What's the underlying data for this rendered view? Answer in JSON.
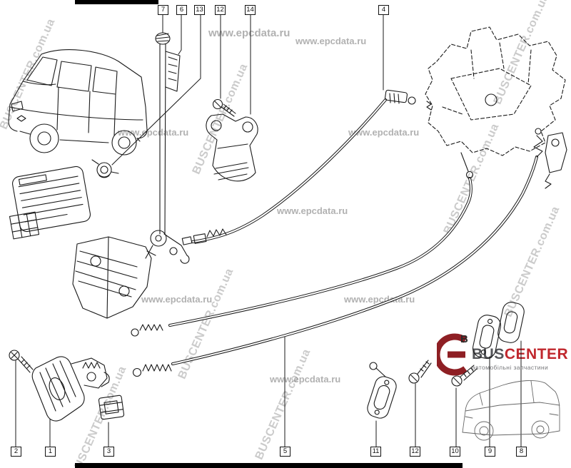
{
  "callouts": {
    "top": [
      "7",
      "6",
      "13",
      "12",
      "14",
      "4"
    ],
    "bottom": [
      "2",
      "1",
      "3",
      "5",
      "11",
      "12",
      "10",
      "9",
      "8"
    ]
  },
  "watermarks": {
    "diagonal": "BUSCENTER.com.ua",
    "site": "www.epcdata.ru"
  },
  "logo": {
    "mark_letter": "B",
    "bus": "BUS",
    "center": "CENTER",
    "subtitle": "автомобільні запчастини",
    "colors": {
      "red": "#c0272d",
      "dark_red": "#8e1f24",
      "gray": "#55565a"
    }
  }
}
